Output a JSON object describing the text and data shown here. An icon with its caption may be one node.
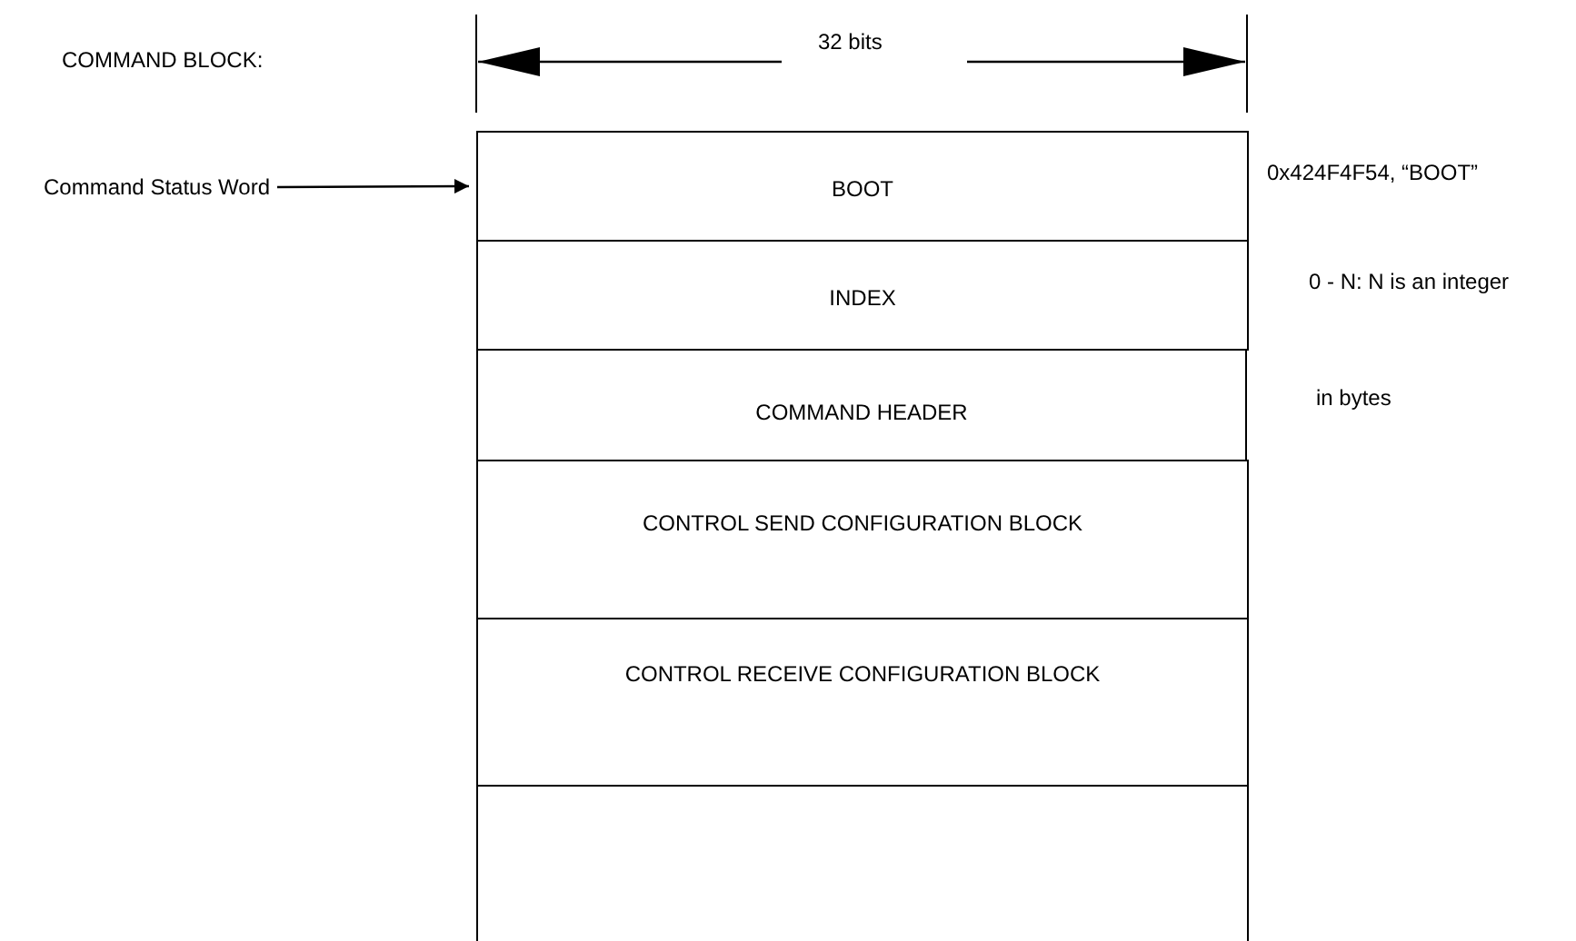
{
  "diagram": {
    "nodes": [
      {
        "text": [
          "Command Status Word"
        ]
      },
      {
        "text": [
          "BOOT"
        ],
        "beside": [
          "0x424F4F54, “BOOT”"
        ]
      },
      {
        "text": [
          "INDEX"
        ],
        "beside": [
          "0 - N: N is an integer"
        ]
      },
      {
        "text": [
          "COMMAND HEADER"
        ],
        "beside": [
          "in bytes"
        ]
      },
      {
        "text": [
          "CONTROL SEND CONFIGURATION BLOCK"
        ]
      },
      {
        "text": [
          "CONTROL RECEIVE CONFIGURATION BLOCK"
        ]
      },
      {
        "text": [],
        "shape": "box"
      }
    ],
    "edges": [
      {
        "from": 0,
        "to": 1,
        "arrow": "to"
      }
    ],
    "labels": [
      "COMMAND BLOCK:",
      "32 bits"
    ]
  }
}
